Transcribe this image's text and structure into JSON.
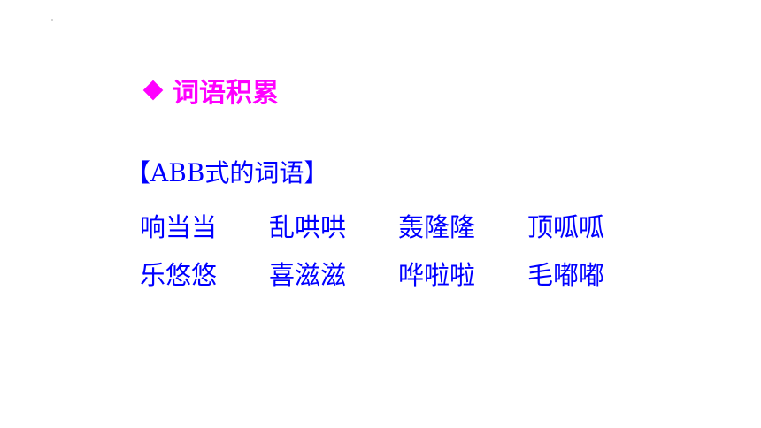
{
  "slide": {
    "heading": {
      "icon": "diamond-icon",
      "text": "词语积累",
      "color": "#ff00ff"
    },
    "subheading": "【ABB式的词语】",
    "word_color": "#0000ff",
    "words": [
      "响当当",
      "乱哄哄",
      "轰隆隆",
      "顶呱呱",
      "乐悠悠",
      "喜滋滋",
      "哗啦啦",
      "毛嘟嘟"
    ]
  }
}
